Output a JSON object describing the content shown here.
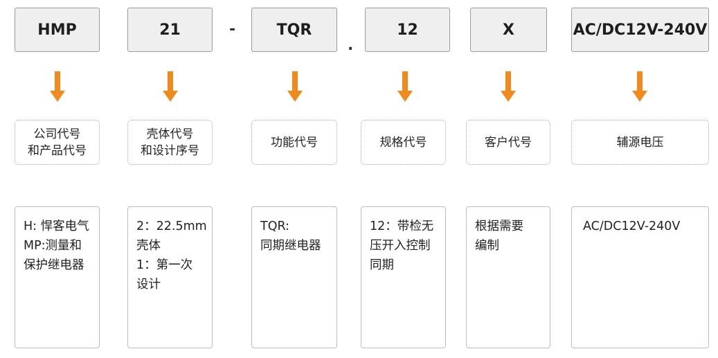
{
  "colors": {
    "arrow": "#F08A1C",
    "code_box_bg": "#EFEFEF",
    "border": "#9A9A9A"
  },
  "separators": [
    "-",
    "."
  ],
  "segments": [
    {
      "code": "HMP",
      "label": [
        "公司代号",
        "和产品代号"
      ],
      "desc": [
        "H: 悍客电气",
        "MP:测量和",
        "保护继电器"
      ]
    },
    {
      "code": "21",
      "label": [
        "壳体代号",
        "和设计序号"
      ],
      "desc": [
        "2：22.5mm",
        "壳体",
        "1：第一次",
        "设计"
      ]
    },
    {
      "code": "TQR",
      "label": [
        "功能代号"
      ],
      "desc": [
        "TQR:",
        "同期继电器"
      ]
    },
    {
      "code": "12",
      "label": [
        "规格代号"
      ],
      "desc": [
        "12：带检无",
        "压开入控制",
        "同期"
      ]
    },
    {
      "code": "X",
      "label": [
        "客户代号"
      ],
      "desc": [
        "根据需要",
        "编制"
      ]
    },
    {
      "code": "AC/DC12V-240V",
      "label": [
        "辅源电压"
      ],
      "desc": [
        "AC/DC12V-240V"
      ]
    }
  ]
}
